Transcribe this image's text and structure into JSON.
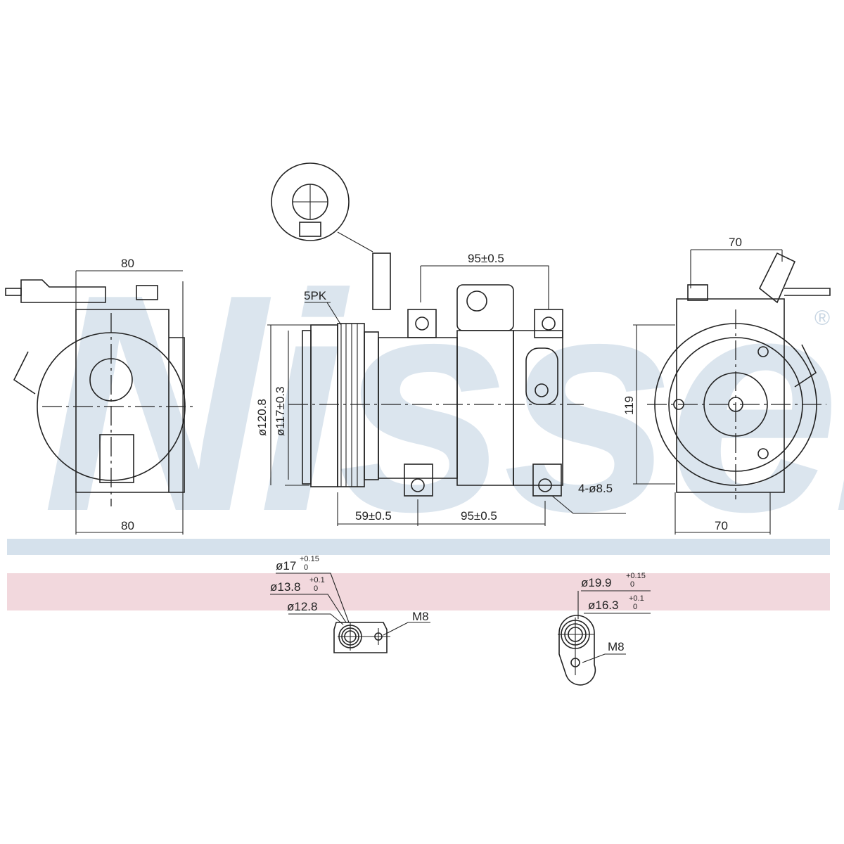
{
  "watermark": {
    "text": "Nissens",
    "registered": "®",
    "color": "#dbe5ee"
  },
  "bands": {
    "blue": "#d5e1ec",
    "pink": "#f2d8dd"
  },
  "left_view": {
    "width_top": "80",
    "width_bottom": "80"
  },
  "side_view": {
    "belt": "5PK",
    "top_spacing": "95±0.5",
    "pulley_dia": "ø120.8",
    "pulley_dia2": "ø117±0.3",
    "front_offset": "59±0.5",
    "bottom_spacing": "95±0.5",
    "mount_holes": "4-ø8.5"
  },
  "right_view": {
    "width_top": "70",
    "height": "119",
    "width_bottom": "70"
  },
  "port_left": {
    "d1": "ø17",
    "d1_tol_upper": "+0.15",
    "d1_tol_lower": "0",
    "d2": "ø13.8",
    "d2_tol_upper": "+0.1",
    "d2_tol_lower": "0",
    "d3": "ø12.8",
    "thread": "M8"
  },
  "port_right": {
    "d1": "ø19.9",
    "d1_tol_upper": "+0.15",
    "d1_tol_lower": "0",
    "d2": "ø16.3",
    "d2_tol_upper": "+0.1",
    "d2_tol_lower": "0",
    "thread": "M8"
  }
}
